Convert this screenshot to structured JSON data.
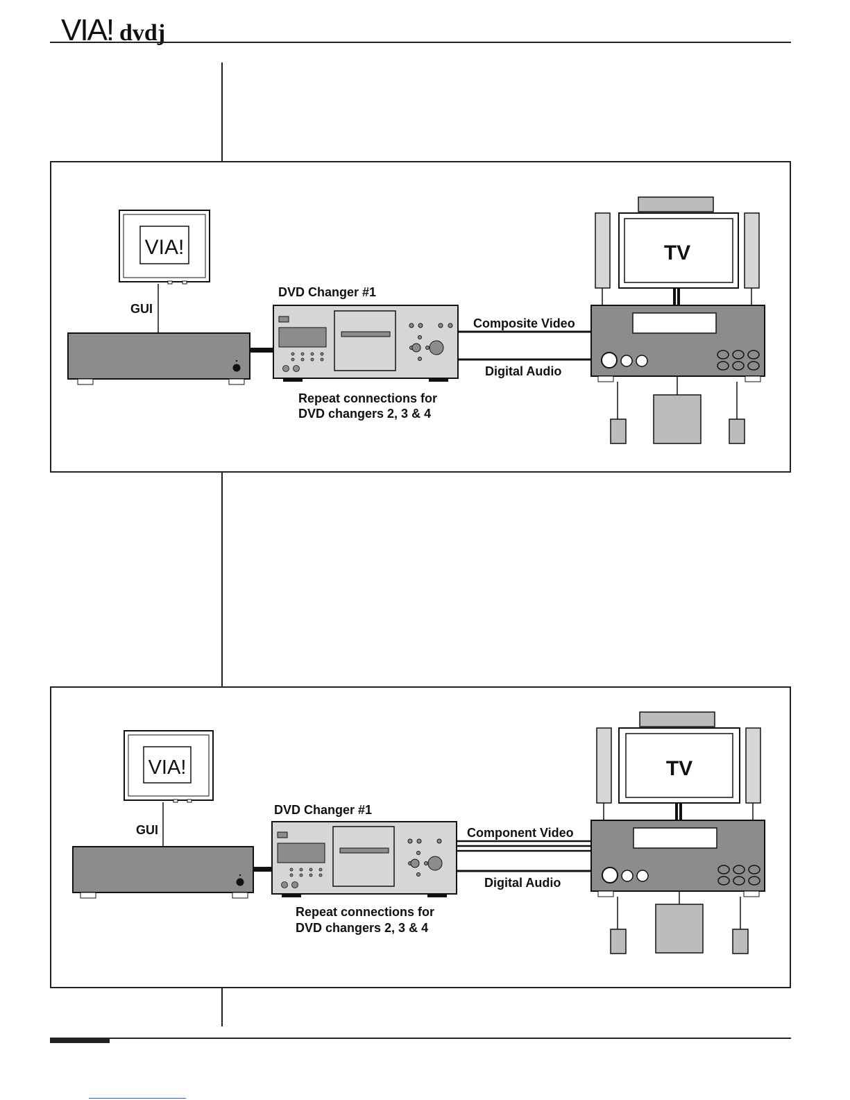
{
  "header": {
    "brand_prefix": "VIA!",
    "brand_suffix": "dvdj"
  },
  "diagrams": [
    {
      "id": "composite",
      "gui_label": "GUI",
      "monitor_logo": "VIA!",
      "changer_label": "DVD Changer #1",
      "video_label": "Composite Video",
      "audio_label": "Digital Audio",
      "repeat_line1": "Repeat connections for",
      "repeat_line2": "DVD changers 2, 3 & 4",
      "tv_label": "TV"
    },
    {
      "id": "component",
      "gui_label": "GUI",
      "monitor_logo": "VIA!",
      "changer_label": "DVD Changer #1",
      "video_label": "Component Video",
      "audio_label": "Digital Audio",
      "repeat_line1": "Repeat connections for",
      "repeat_line2": "DVD changers 2, 3 & 4",
      "tv_label": "TV"
    }
  ],
  "colors": {
    "equipment_dark": "#8c8c8c",
    "equipment_light": "#d6d6d6",
    "panel_mid": "#a9a9a9",
    "line": "#111111"
  }
}
